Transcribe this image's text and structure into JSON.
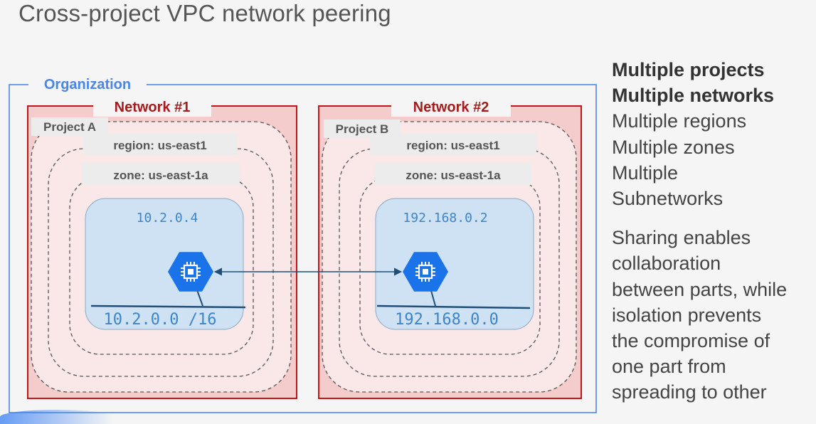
{
  "title": "Cross-project VPC network peering",
  "organization": {
    "label": "Organization",
    "color": "#4a86e8"
  },
  "networks": [
    {
      "label": "Network #1",
      "project": "Project A",
      "region": "region: us-east1",
      "zone": "zone: us-east-1a",
      "ip": "10.2.0.4",
      "subnet": "10.2.0.0 /16"
    },
    {
      "label": "Network #2",
      "project": "Project B",
      "region": "region: us-east1",
      "zone": "zone: us-east-1a",
      "ip": "192.168.0.2",
      "subnet": "192.168.0.0"
    }
  ],
  "icons": {
    "vm": "compute-engine-chip-hexagon-icon",
    "connection": "double-arrow"
  },
  "colors": {
    "network_fill": "#f4cccc",
    "network_border": "#c00000",
    "network_label": "#a61c1c",
    "subnet_fill": "#cfe2f3",
    "vm_hex": "#1a73e8",
    "ip_text": "#3d85c6"
  },
  "side": {
    "bold_lines": [
      "Multiple projects",
      "Multiple networks"
    ],
    "lines": [
      "Multiple regions",
      "Multiple zones",
      "Multiple",
      "Subnetworks"
    ],
    "paragraph": [
      "Sharing enables",
      "collaboration",
      "between parts, while",
      "isolation prevents",
      "the compromise of",
      "one part from",
      "spreading to other"
    ]
  }
}
